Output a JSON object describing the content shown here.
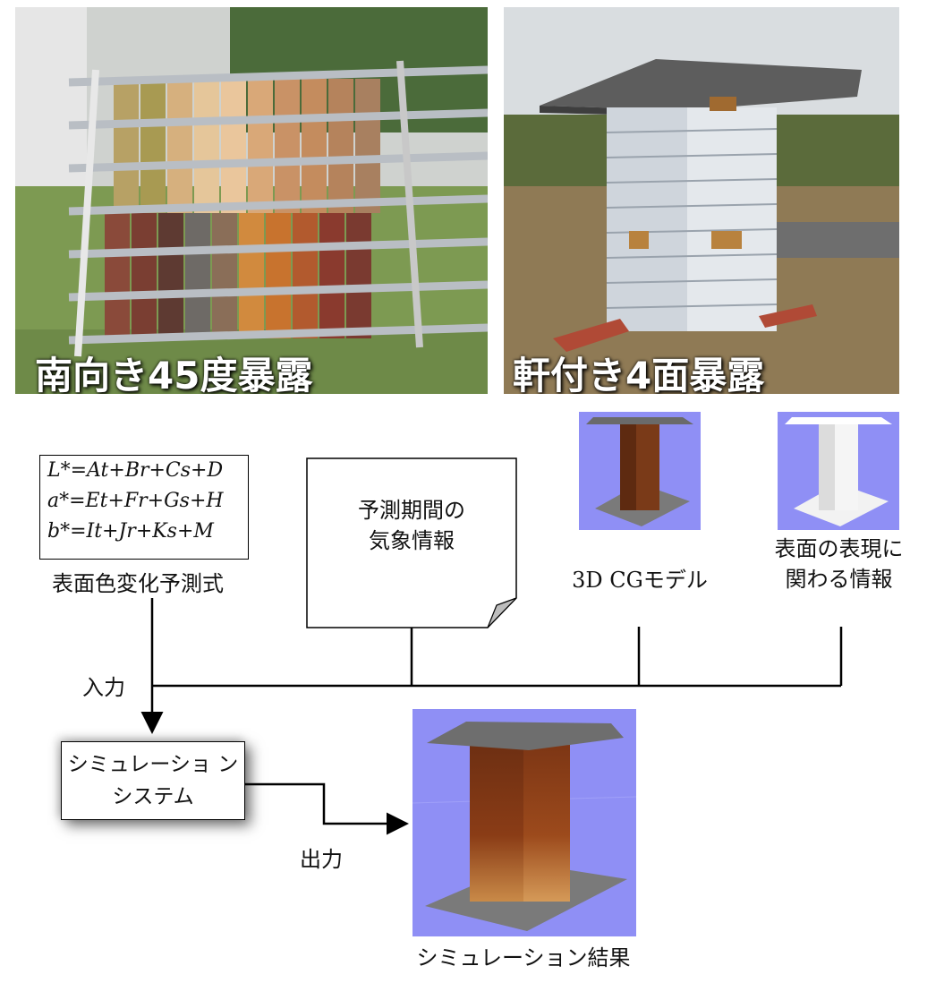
{
  "photos": {
    "left_caption": "南向き45度暴露",
    "right_caption": "軒付き4面暴露"
  },
  "formula": {
    "lines": [
      "L*=At+Br+Cs+D",
      "a*=Et+Fr+Gs+H",
      "b*=It+Jr+Ks+M"
    ],
    "label": "表面色変化予測式"
  },
  "weather": {
    "line1": "予測期間の",
    "line2": "気象情報"
  },
  "cg_model": {
    "label": "3D CGモデル"
  },
  "surface_info": {
    "line1": "表面の表現に",
    "line2": "関わる情報"
  },
  "flow": {
    "input_label": "入力",
    "output_label": "出力"
  },
  "simulation_system": {
    "line1": "シミュレーショ ン",
    "line2": "システム"
  },
  "result": {
    "label": "シミュレーション結果"
  },
  "colors": {
    "cg_background": "#8f8ff5",
    "wood_dark": "#6b2e12",
    "wood_light": "#b8652c",
    "plate_gray": "#7a7a7a"
  }
}
